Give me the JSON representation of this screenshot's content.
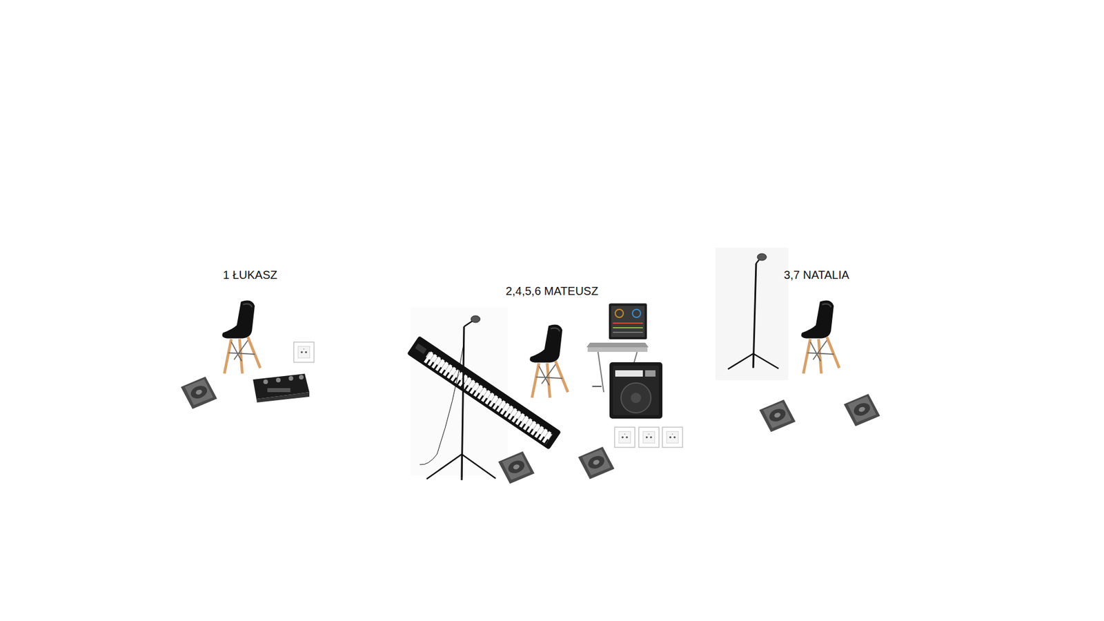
{
  "diagram": {
    "labels": [
      "1 ŁUKASZ",
      "2,4,5,6 MATEUSZ",
      "3,7 NATALIA"
    ]
  }
}
